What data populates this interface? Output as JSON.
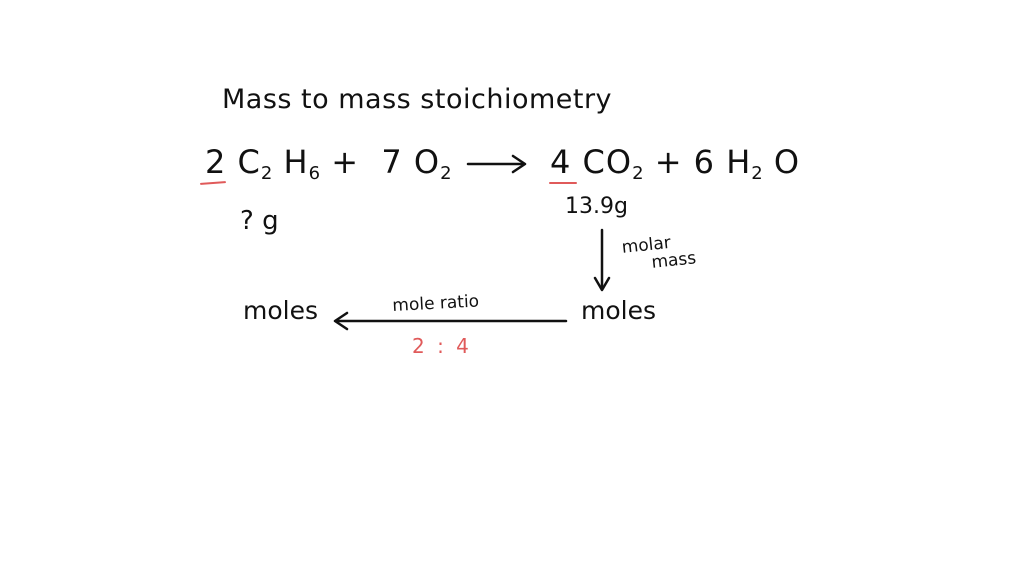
{
  "title": "Mass to mass stoichiometry",
  "equation": {
    "reactant_1_coef": "2",
    "reactant_1_a": "C",
    "reactant_1_a_sub": "2",
    "reactant_1_b": "H",
    "reactant_1_b_sub": "6",
    "plus_1": "+",
    "reactant_2_coef": "7",
    "reactant_2": "O",
    "reactant_2_sub": "2",
    "product_1_coef": "4",
    "product_1": "CO",
    "product_1_sub": "2",
    "plus_2": "+",
    "product_2_coef": "6",
    "product_2_a": "H",
    "product_2_a_sub": "2",
    "product_2_b": "O"
  },
  "unknown_mass": "? g",
  "given_mass": "13.9g",
  "moles_left": "moles",
  "moles_right": "moles",
  "molar_mass_label": [
    "molar",
    "mass"
  ],
  "mole_ratio_label": "mole ratio",
  "ratio_value": "2 : 4",
  "colors": {
    "ink": "#111111",
    "highlight": "#e05a5a",
    "background": "#ffffff"
  }
}
